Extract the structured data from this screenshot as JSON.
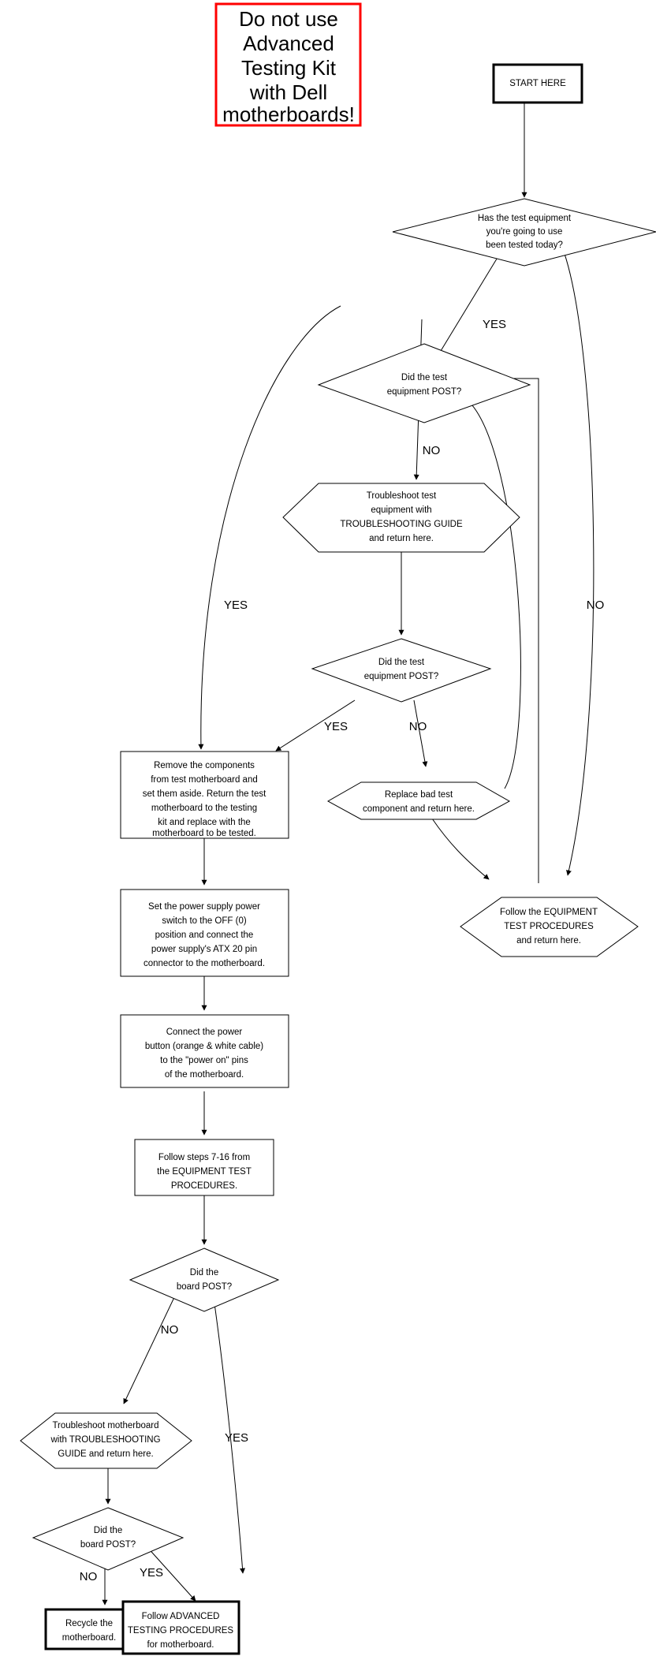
{
  "diagram": {
    "title": "Motherboard Testing Flowchart",
    "colors": {
      "warning_border": "#ff0000",
      "stroke": "#000000",
      "fill": "#ffffff"
    },
    "warning": {
      "line1": "Do not use",
      "line2": "Advanced",
      "line3": "Testing Kit",
      "line4": "with Dell",
      "line5": "motherboards!"
    },
    "nodes": {
      "start": {
        "line1": "START HERE"
      },
      "q_tested_today": {
        "line1": "Has the test equipment",
        "line2": "you're going to use",
        "line3": "been tested today?"
      },
      "q_equip_post_1": {
        "line1": "Did the test",
        "line2": "equipment POST?"
      },
      "troubleshoot_equip": {
        "line1": "Troubleshoot test",
        "line2": "equipment with",
        "line3": "TROUBLESHOOTING GUIDE",
        "line4": "and return here."
      },
      "q_equip_post_2": {
        "line1": "Did the test",
        "line2": "equipment POST?"
      },
      "replace_component": {
        "line1": "Replace bad test",
        "line2": "component and return here."
      },
      "remove_components": {
        "line1": "Remove the components",
        "line2": "from test motherboard and",
        "line3": "set them aside. Return the test",
        "line4": "motherboard to the testing",
        "line5": "kit and replace with the",
        "line6": "motherboard to be tested."
      },
      "follow_equip_proc": {
        "line1": "Follow the EQUIPMENT",
        "line2": "TEST PROCEDURES",
        "line3": "and return here."
      },
      "set_power_supply": {
        "line1": "Set the power supply power",
        "line2": "switch to the OFF (0)",
        "line3": "position and connect the",
        "line4": "power supply's ATX 20 pin",
        "line5": "connector to the motherboard."
      },
      "connect_power_button": {
        "line1": "Connect the power",
        "line2": "button (orange & white cable)",
        "line3": "to the \"power on\" pins",
        "line4": "of the motherboard."
      },
      "follow_steps_7_16": {
        "line1": "Follow steps 7-16 from",
        "line2": "the EQUIPMENT TEST",
        "line3": "PROCEDURES."
      },
      "q_board_post_1": {
        "line1": "Did the",
        "line2": "board POST?"
      },
      "troubleshoot_board": {
        "line1": "Troubleshoot motherboard",
        "line2": "with TROUBLESHOOTING",
        "line3": "GUIDE and return here."
      },
      "q_board_post_2": {
        "line1": "Did the",
        "line2": "board POST?"
      },
      "recycle": {
        "line1": "Recycle the",
        "line2": "motherboard."
      },
      "advanced_proc": {
        "line1": "Follow ADVANCED",
        "line2": "TESTING PROCEDURES",
        "line3": "for motherboard."
      }
    },
    "edge_labels": {
      "tested_today_yes": "YES",
      "tested_today_no": "NO",
      "equip_post_1_no": "NO",
      "equip_post_1_yes": "YES",
      "equip_post_2_yes": "YES",
      "equip_post_2_no": "NO",
      "board_post_1_no": "NO",
      "board_post_1_yes": "YES",
      "board_post_2_no": "NO",
      "board_post_2_yes": "YES"
    }
  }
}
